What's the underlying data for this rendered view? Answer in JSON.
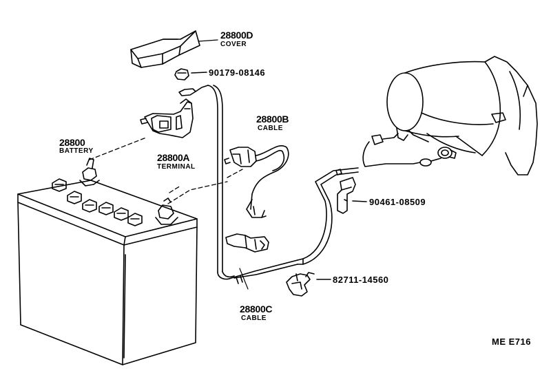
{
  "labels": {
    "cover": {
      "part_no": "28800D",
      "name": "COVER"
    },
    "nut": {
      "part_no": "90179-08146"
    },
    "cable_b": {
      "part_no": "28800B",
      "name": "CABLE"
    },
    "battery": {
      "part_no": "28800",
      "name": "BATTERY"
    },
    "terminal": {
      "part_no": "28800A",
      "name": "TERMINAL"
    },
    "clamp": {
      "part_no": "90461-08509"
    },
    "clip": {
      "part_no": "82711-14560"
    },
    "cable_c": {
      "part_no": "28800C",
      "name": "CABLE"
    }
  },
  "diagram_code": "ME  E716"
}
